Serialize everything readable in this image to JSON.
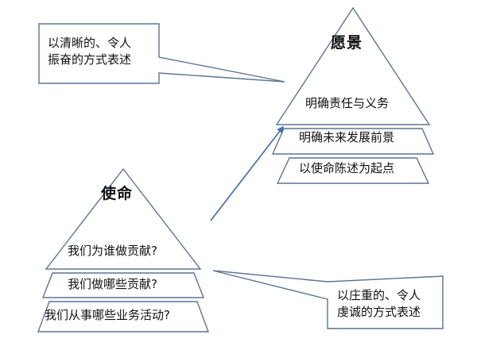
{
  "diagram": {
    "type": "pyramid-diagram",
    "stroke_color": "#5b7397",
    "arrow_color": "#4472a8",
    "text_color": "#111111",
    "background": "#ffffff"
  },
  "vision_pyramid": {
    "title": "愿景",
    "tiers": [
      {
        "label": "明确责任与义务"
      },
      {
        "label": "明确未来发展前景"
      },
      {
        "label": "以使命陈述为起点"
      }
    ]
  },
  "mission_pyramid": {
    "title": "使命",
    "tiers": [
      {
        "label": "我们为谁做贡献?"
      },
      {
        "label": "我们做哪些贡献?"
      },
      {
        "label": "我们从事哪些业务活动?"
      }
    ]
  },
  "callouts": [
    {
      "id": "vision-callout",
      "line1": "以清晰的、令人",
      "line2": "振奋的方式表述"
    },
    {
      "id": "mission-callout",
      "line1": "以庄重的、令人",
      "line2": "虔诚的方式表述"
    }
  ]
}
